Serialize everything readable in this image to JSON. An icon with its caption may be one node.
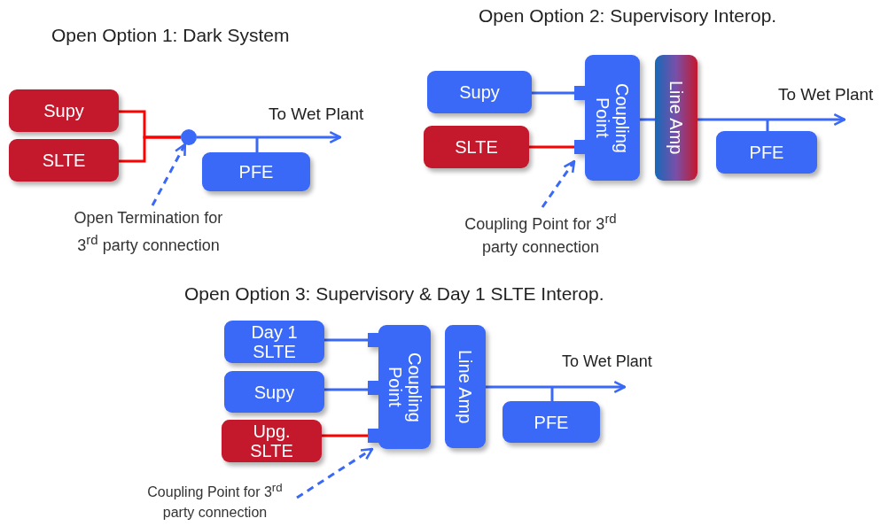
{
  "diagram": {
    "nodes": [
      {
        "text": [
          "Supy"
        ]
      },
      {
        "text": [
          "SLTE"
        ]
      },
      {
        "text": [],
        "shape": "circle"
      },
      {
        "text": [
          "PFE"
        ]
      },
      {
        "text": [
          "Open Termination for 3$^{rd}$ party connection"
        ]
      },
      {
        "text": [
          "Supy"
        ]
      },
      {
        "text": [
          "SLTE"
        ]
      },
      {
        "text": [
          "Coupling Point"
        ]
      },
      {
        "text": [
          "Line Amp"
        ]
      },
      {
        "text": [
          "PFE"
        ]
      },
      {
        "text": [
          "Coupling Point for 3$^{rd}$ party connection"
        ]
      },
      {
        "text": [
          "Day 1 SLTE"
        ]
      },
      {
        "text": [
          "Supy"
        ]
      },
      {
        "text": [
          "Upg. SLTE"
        ]
      },
      {
        "text": [
          "Coupling Point"
        ]
      },
      {
        "text": [
          "Line Amp"
        ]
      },
      {
        "text": [
          "PFE"
        ]
      },
      {
        "text": [
          "Coupling Point for 3$^{rd}$ party connection"
        ]
      }
    ],
    "edges": [
      {
        "from": 0,
        "to": 2,
        "arrow": "none",
        "color": "#ff0000"
      },
      {
        "from": 1,
        "to": 2,
        "arrow": "none",
        "color": "#ff0000"
      },
      {
        "from": 2,
        "to": null,
        "arrow": "to"
      },
      {
        "from": null,
        "to": 3,
        "arrow": "none"
      },
      {
        "from": 4,
        "to": 2,
        "arrow": "to",
        "style": "dashed"
      },
      {
        "from": 5,
        "to": 7,
        "arrow": "none"
      },
      {
        "from": 6,
        "to": 7,
        "arrow": "none",
        "color": "#ff0000"
      },
      {
        "from": 7,
        "to": 8,
        "arrow": "none"
      },
      {
        "from": 8,
        "to": null,
        "arrow": "to"
      },
      {
        "from": null,
        "to": 9,
        "arrow": "none"
      },
      {
        "from": 10,
        "to": 7,
        "arrow": "to",
        "style": "dashed"
      },
      {
        "from": 11,
        "to": 14,
        "arrow": "none"
      },
      {
        "from": 12,
        "to": 14,
        "arrow": "none"
      },
      {
        "from": 13,
        "to": 14,
        "arrow": "none",
        "color": "#ff0000"
      },
      {
        "from": 14,
        "to": 15,
        "arrow": "none"
      },
      {
        "from": 15,
        "to": null,
        "arrow": "to"
      },
      {
        "from": null,
        "to": 16,
        "arrow": "none"
      },
      {
        "from": 17,
        "to": 14,
        "arrow": "to",
        "style": "dashed"
      }
    ],
    "labels": [
      "Open Option 1: Dark System",
      "To Wet Plant",
      "Open Option 2: Supervisory Interop.",
      "To Wet Plant",
      "Open Option 3: Supervisory & Day 1 SLTE Interop.",
      "To Wet Plant"
    ]
  }
}
